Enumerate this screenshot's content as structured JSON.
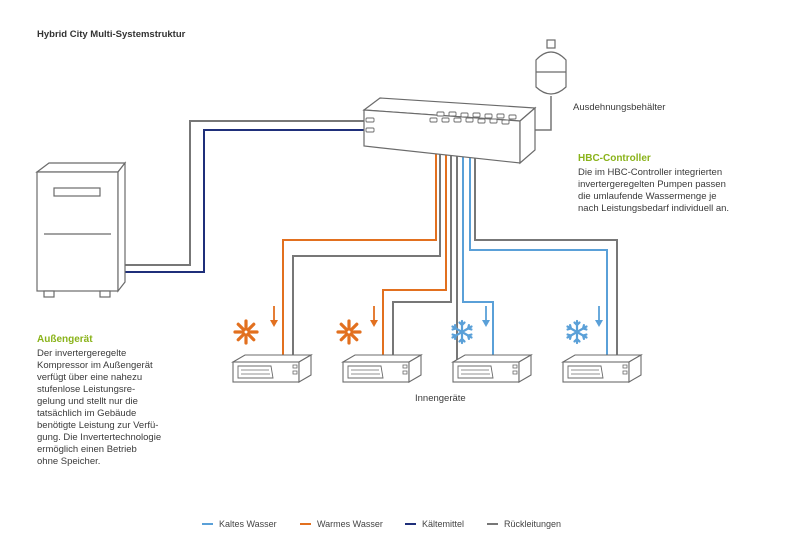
{
  "title": "Hybrid City Multi-Systemstruktur",
  "labels": {
    "expansion_tank": "Ausdehnungsbehälter",
    "indoor_units": "Innengeräte"
  },
  "hbc": {
    "heading": "HBC-Controller",
    "text": "Die im HBC-Controller integrierten\ninvertergeregelten Pumpen passen\ndie umlaufende Wassermenge je\nnach Leistungsbedarf individuell an."
  },
  "outdoor": {
    "heading": "Außengerät",
    "text": "Der invertergeregelte\nKompressor im Außengerät\nverfügt über eine nahezu\nstufenlose Leistungsre-\ngelung und stellt nur die\ntatsächlich im Gebäude\nbenötigte Leistung zur Verfü-\ngung. Die Invertertechnologie\nermöglich einen Betrieb\nohne Speicher."
  },
  "legend": [
    {
      "label": "Kaltes Wasser",
      "color": "#5aa0d8"
    },
    {
      "label": "Warmes Wasser",
      "color": "#e2701f"
    },
    {
      "label": "Kältemittel",
      "color": "#1f2f7a"
    },
    {
      "label": "Rückleitungen",
      "color": "#777777"
    }
  ],
  "colors": {
    "cold": "#5aa0d8",
    "warm": "#e2701f",
    "refrigerant": "#1f2f7a",
    "return": "#777777",
    "accent": "#8ab31a"
  },
  "indoor_modes": [
    "heating",
    "heating",
    "cooling",
    "cooling"
  ]
}
